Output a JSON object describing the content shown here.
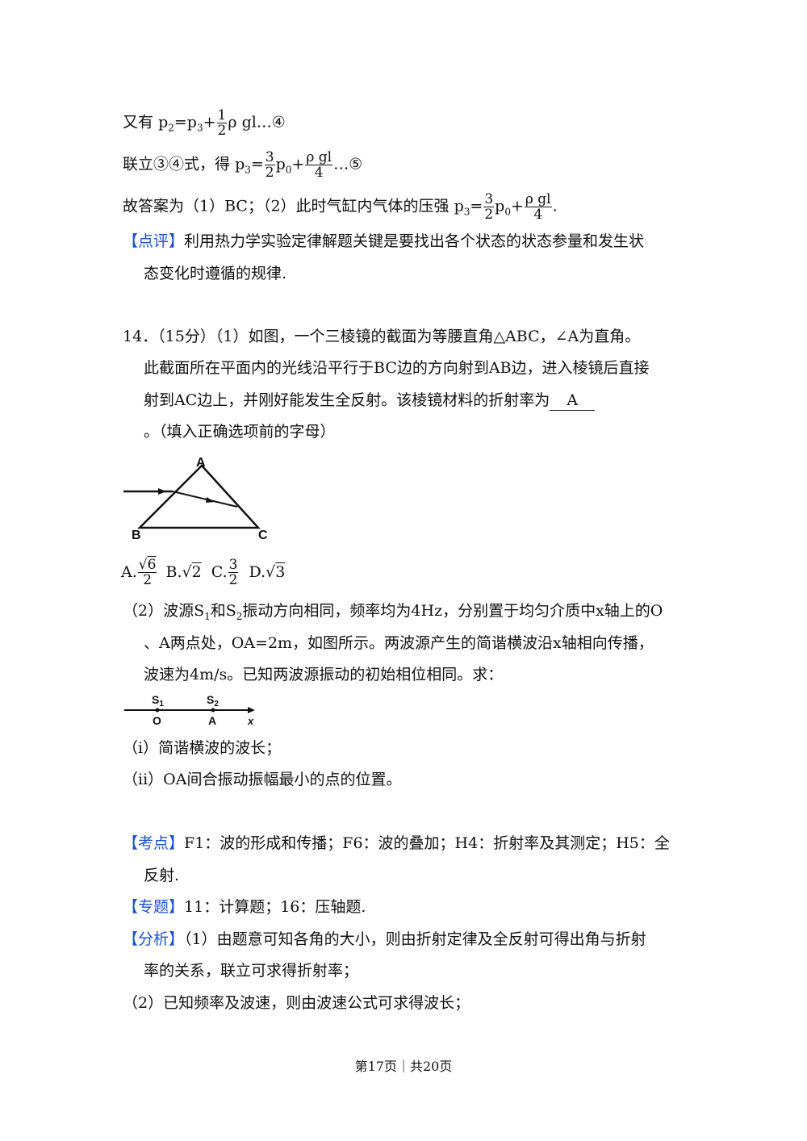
{
  "lines": {
    "l1": {
      "prefix": "又有",
      "p2": "p",
      "p2_sub": "2",
      "eq": "=p",
      "p3_sub": "3",
      "plus": "+",
      "num": "1",
      "den": "2",
      "tail": "ρ gl…④"
    },
    "l2": {
      "prefix": "联立③④式，得",
      "p": "p",
      "p_sub": "3",
      "eq": "=",
      "num1": "3",
      "den1": "2",
      "p0": "p",
      "p0_sub": "0",
      "plus": "+",
      "num2": "ρ gl",
      "den2": "4",
      "tail": "…⑤"
    },
    "l3": {
      "prefix": "故答案为（1）BC；（2）此时气缸内气体的压强",
      "p": "p",
      "p_sub": "3",
      "eq": "=",
      "num1": "3",
      "den1": "2",
      "p0": "p",
      "p0_sub": "0",
      "plus": "+",
      "num2": "ρ gl",
      "den2": "4",
      "tail": "."
    },
    "comment": {
      "tag": "【点评】",
      "text1": "利用热力学实验定律解题关键是要找出各个状态的状态参量和发生状",
      "text2": "态变化时遵循的规律."
    },
    "q14": {
      "line1": "14．（15分）（1）如图，一个三棱镜的截面为等腰直角△ABC，∠A为直角。",
      "line2": "此截面所在平面内的光线沿平行于BC边的方向射到AB边，进入棱镜后直接",
      "line3_pre": "射到AC边上，并刚好能发生全反射。该棱镜材料的折射率为",
      "answer": "A",
      "line4": "。（填入正确选项前的字母）"
    },
    "options": {
      "a": "A.",
      "a_root": "6",
      "a_den": "2",
      "b": "B.",
      "b_root": "2",
      "c": "C.",
      "c_num": "3",
      "c_den": "2",
      "d": "D.",
      "d_root": "3"
    },
    "q14_2": {
      "line1_a": "（2）波源S",
      "s1_sub": "1",
      "line1_b": "和S",
      "s2_sub": "2",
      "line1_c": "振动方向相同，频率均为4Hz，分别置于均匀介质中x轴上的O",
      "line2": "、A两点处，OA=2m，如图所示。两波源产生的简谐横波沿x轴相向传播，",
      "line3": "波速为4m/s。已知两波源振动的初始相位相同。求：",
      "sub1": "（i）简谐横波的波长；",
      "sub2": "（ii）OA间合振动振幅最小的点的位置。"
    },
    "kaodian": {
      "tag": "【考点】",
      "text1": "F1：波的形成和传播；F6：波的叠加；H4：折射率及其测定；H5：全",
      "text2": "反射."
    },
    "zhuanti": {
      "tag": "【专题】",
      "text": "11：计算题；16：压轴题."
    },
    "fenxi": {
      "tag": "【分析】",
      "text1": "（1）由题意可知各角的大小，则由折射定律及全反射可得出角与折射",
      "text2": "率的关系，联立可求得折射率；",
      "text3": "（2）已知频率及波速，则由波速公式可求得波长；"
    }
  },
  "prism": {
    "label_a": "A",
    "label_b": "B",
    "label_c": "C"
  },
  "axis": {
    "s1": "S",
    "s1_sub": "1",
    "s2": "S",
    "s2_sub": "2",
    "o": "O",
    "a": "A",
    "x": "x"
  },
  "footer": {
    "text": "第17页｜共20页"
  }
}
